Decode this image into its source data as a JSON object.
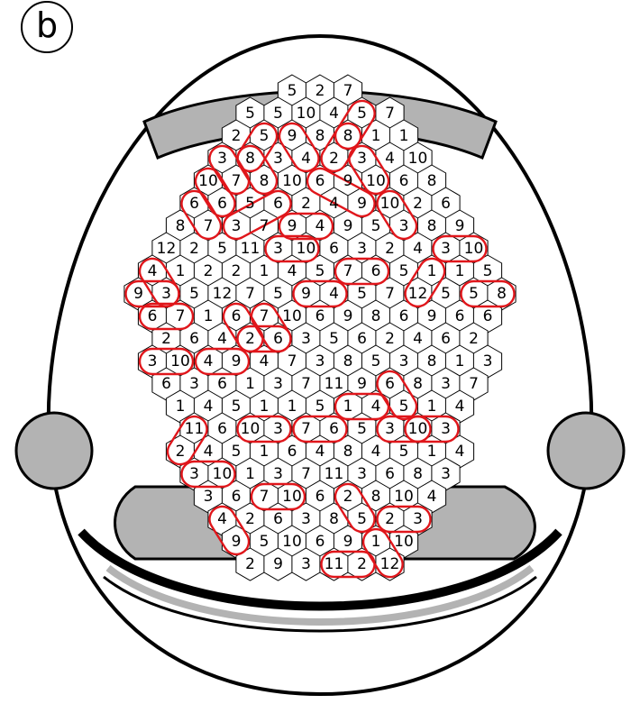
{
  "panel": {
    "label": "b"
  },
  "colors": {
    "ring": "#e0161b",
    "band": "#b3b3b3",
    "outline": "#000000",
    "hex_fill": "#ffffff"
  },
  "grid": {
    "rows": [
      [
        "5",
        "2",
        "7"
      ],
      [
        "5",
        "5",
        "10",
        "4",
        "5",
        "7"
      ],
      [
        "2",
        "5",
        "9",
        "8",
        "8",
        "1",
        "1"
      ],
      [
        "3",
        "8",
        "3",
        "4",
        "2",
        "3",
        "4",
        "10"
      ],
      [
        "10",
        "7",
        "8",
        "10",
        "6",
        "9",
        "10",
        "6",
        "8"
      ],
      [
        "6",
        "6",
        "5",
        "6",
        "2",
        "4",
        "9",
        "10",
        "2",
        "6"
      ],
      [
        "8",
        "7",
        "3",
        "7",
        "9",
        "4",
        "9",
        "5",
        "3",
        "8",
        "9"
      ],
      [
        "12",
        "2",
        "5",
        "11",
        "3",
        "10",
        "6",
        "3",
        "2",
        "4",
        "3",
        "10"
      ],
      [
        "4",
        "1",
        "2",
        "2",
        "1",
        "4",
        "5",
        "7",
        "6",
        "5",
        "1",
        "1",
        "5"
      ],
      [
        "9",
        "3",
        "5",
        "12",
        "7",
        "5",
        "9",
        "4",
        "5",
        "7",
        "12",
        "5",
        "5",
        "8"
      ],
      [
        "6",
        "7",
        "1",
        "6",
        "7",
        "10",
        "6",
        "9",
        "8",
        "6",
        "9",
        "6",
        "6"
      ],
      [
        "2",
        "6",
        "4",
        "2",
        "6",
        "3",
        "5",
        "6",
        "2",
        "4",
        "6",
        "2"
      ],
      [
        "3",
        "10",
        "4",
        "9",
        "4",
        "7",
        "3",
        "8",
        "5",
        "3",
        "8",
        "1",
        "3"
      ],
      [
        "6",
        "3",
        "6",
        "1",
        "3",
        "7",
        "11",
        "9",
        "6",
        "8",
        "3",
        "7"
      ],
      [
        "1",
        "4",
        "5",
        "1",
        "1",
        "5",
        "1",
        "4",
        "5",
        "1",
        "4"
      ],
      [
        "11",
        "6",
        "10",
        "3",
        "7",
        "6",
        "5",
        "3",
        "10",
        "3"
      ],
      [
        "2",
        "4",
        "5",
        "1",
        "6",
        "4",
        "8",
        "4",
        "5",
        "1",
        "4"
      ],
      [
        "3",
        "10",
        "1",
        "3",
        "7",
        "11",
        "3",
        "6",
        "8",
        "3"
      ],
      [
        "3",
        "6",
        "7",
        "10",
        "6",
        "2",
        "8",
        "10",
        "4"
      ],
      [
        "4",
        "2",
        "6",
        "3",
        "8",
        "5",
        "2",
        "3"
      ],
      [
        "9",
        "5",
        "10",
        "6",
        "9",
        "1",
        "10"
      ],
      [
        "2",
        "9",
        "3",
        "11",
        "2",
        "12"
      ]
    ]
  },
  "pairs": [
    [
      [
        1,
        4
      ],
      [
        2,
        4
      ]
    ],
    [
      [
        2,
        1
      ],
      [
        3,
        1
      ]
    ],
    [
      [
        2,
        2
      ],
      [
        3,
        3
      ]
    ],
    [
      [
        3,
        0
      ],
      [
        4,
        1
      ]
    ],
    [
      [
        3,
        1
      ],
      [
        4,
        2
      ]
    ],
    [
      [
        3,
        5
      ],
      [
        4,
        6
      ]
    ],
    [
      [
        4,
        0
      ],
      [
        5,
        1
      ]
    ],
    [
      [
        5,
        0
      ],
      [
        6,
        1
      ]
    ],
    [
      [
        4,
        4
      ],
      [
        5,
        6
      ]
    ],
    [
      [
        5,
        7
      ],
      [
        6,
        8
      ]
    ],
    [
      [
        6,
        4
      ],
      [
        6,
        5
      ]
    ],
    [
      [
        7,
        4
      ],
      [
        7,
        5
      ]
    ],
    [
      [
        7,
        10
      ],
      [
        7,
        11
      ]
    ],
    [
      [
        8,
        0
      ],
      [
        9,
        1
      ]
    ],
    [
      [
        9,
        0
      ],
      [
        9,
        1
      ]
    ],
    [
      [
        9,
        6
      ],
      [
        9,
        7
      ]
    ],
    [
      [
        9,
        12
      ],
      [
        9,
        13
      ]
    ],
    [
      [
        10,
        0
      ],
      [
        10,
        1
      ]
    ],
    [
      [
        12,
        0
      ],
      [
        12,
        1
      ]
    ],
    [
      [
        12,
        2
      ],
      [
        12,
        3
      ]
    ],
    [
      [
        11,
        3
      ],
      [
        11,
        4
      ]
    ],
    [
      [
        8,
        7
      ],
      [
        8,
        8
      ]
    ],
    [
      [
        8,
        10
      ],
      [
        9,
        10
      ]
    ],
    [
      [
        16,
        0
      ],
      [
        15,
        0
      ]
    ],
    [
      [
        17,
        0
      ],
      [
        17,
        1
      ]
    ],
    [
      [
        15,
        2
      ],
      [
        15,
        3
      ]
    ],
    [
      [
        15,
        4
      ],
      [
        15,
        5
      ]
    ],
    [
      [
        15,
        7
      ],
      [
        15,
        8
      ]
    ],
    [
      [
        15,
        8
      ],
      [
        15,
        9
      ]
    ],
    [
      [
        19,
        0
      ],
      [
        20,
        0
      ]
    ],
    [
      [
        21,
        3
      ],
      [
        21,
        4
      ]
    ],
    [
      [
        21,
        5
      ],
      [
        20,
        5
      ]
    ],
    [
      [
        19,
        6
      ],
      [
        19,
        7
      ]
    ],
    [
      [
        14,
        6
      ],
      [
        14,
        7
      ]
    ],
    [
      [
        18,
        5
      ],
      [
        19,
        5
      ]
    ],
    [
      [
        13,
        8
      ],
      [
        14,
        8
      ]
    ],
    [
      [
        10,
        3
      ],
      [
        11,
        3
      ]
    ],
    [
      [
        10,
        4
      ],
      [
        11,
        4
      ]
    ],
    [
      [
        18,
        2
      ],
      [
        18,
        3
      ]
    ],
    [
      [
        6,
        2
      ],
      [
        5,
        3
      ]
    ],
    [
      [
        2,
        4
      ],
      [
        3,
        4
      ]
    ]
  ]
}
